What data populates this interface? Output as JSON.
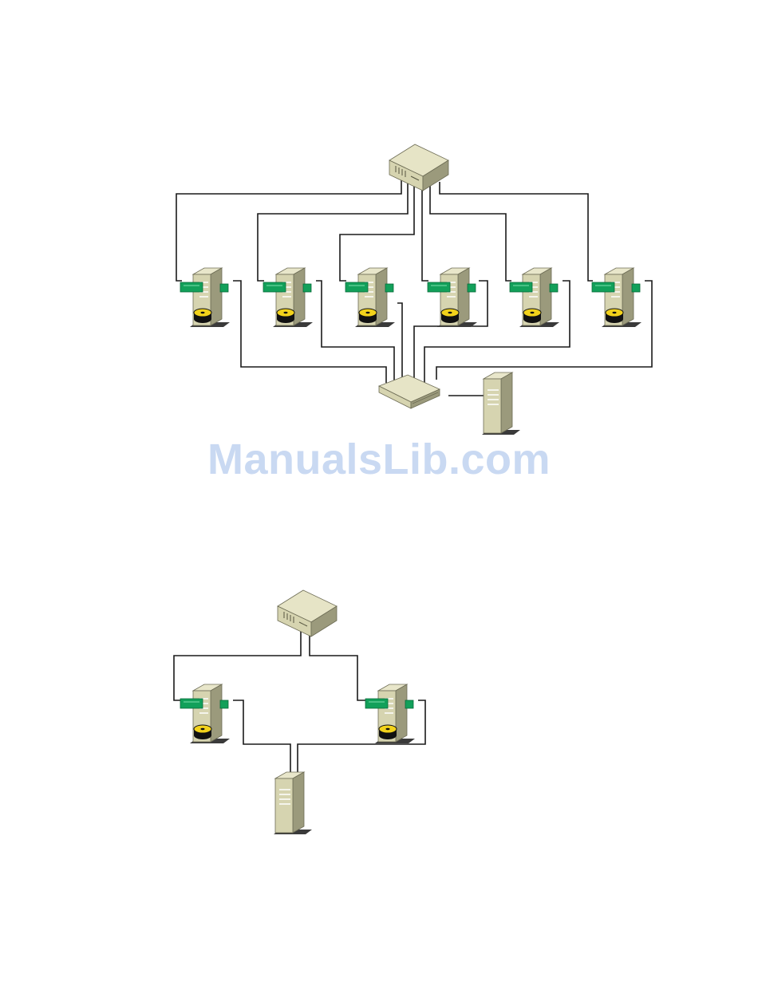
{
  "watermark": {
    "text": "ManualsLib.com"
  },
  "colors": {
    "device_face": "#d6d4b0",
    "device_top": "#e6e4c6",
    "device_side": "#9b9a7c",
    "nic_green": "#12a05a",
    "disk_yellow": "#f2d21b",
    "wire": "#1a1a1a"
  },
  "diagrams": [
    {
      "name": "six-node-cluster",
      "node_count": 6,
      "devices": [
        "hub",
        "switch",
        "shared-storage",
        "cluster-node"
      ]
    },
    {
      "name": "two-node-cluster",
      "node_count": 2,
      "devices": [
        "hub",
        "shared-storage",
        "cluster-node"
      ]
    }
  ]
}
